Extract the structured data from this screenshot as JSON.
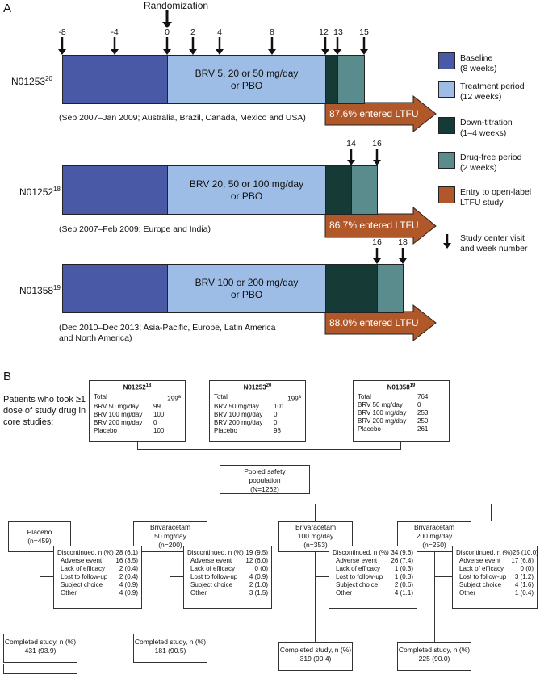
{
  "panel_a": {
    "letter": "A",
    "randomization": "Randomization",
    "ticks": [
      "-8",
      "-4",
      "0",
      "2",
      "4",
      "8",
      "12",
      "13",
      "15",
      "14",
      "16",
      "16",
      "18"
    ],
    "studies": [
      {
        "name": "N01253",
        "ref": "20",
        "treatment": "BRV 5, 20 or 50 mg/day\nor PBO",
        "ltfu": "87.6% entered LTFU",
        "note": "(Sep 2007–Jan 2009; Australia, Brazil, Canada, Mexico and USA)"
      },
      {
        "name": "N01252",
        "ref": "18",
        "treatment": "BRV 20, 50 or 100 mg/day\nor PBO",
        "ltfu": "86.7% entered LTFU",
        "note": "(Sep 2007–Feb 2009; Europe and India)"
      },
      {
        "name": "N01358",
        "ref": "19",
        "treatment": "BRV 100 or 200 mg/day\nor PBO",
        "ltfu": "88.0% entered LTFU",
        "note": "(Dec 2010–Dec 2013; Asia-Pacific, Europe, Latin America\nand North America)"
      }
    ],
    "legend": [
      {
        "label": "Baseline\n(8 weeks)",
        "color": "#4a59a6"
      },
      {
        "label": "Treatment period\n(12 weeks)",
        "color": "#9dbde6"
      },
      {
        "label": "Down-titration\n(1–4 weeks)",
        "color": "#163a36"
      },
      {
        "label": "Drug-free period\n(2 weeks)",
        "color": "#5a8c8e"
      },
      {
        "label": "Entry to open-label\nLTFU study",
        "color": "#b1582a"
      },
      {
        "label": "Study center visit\nand week number",
        "color": ""
      }
    ]
  },
  "panel_b": {
    "letter": "B",
    "side_label": "Patients who took ≥1\ndose of study drug in\ncore studies:",
    "core": [
      {
        "title": "N01252",
        "ref": "18",
        "total": "299",
        "total_sup": "a",
        "rows": [
          [
            "BRV 50 mg/day",
            "99"
          ],
          [
            "BRV 100 mg/day",
            "100"
          ],
          [
            "BRV 200 mg/day",
            "0"
          ],
          [
            "Placebo",
            "100"
          ]
        ]
      },
      {
        "title": "N01253",
        "ref": "20",
        "total": "199",
        "total_sup": "a",
        "rows": [
          [
            "BRV 50 mg/day",
            "101"
          ],
          [
            "BRV 100 mg/day",
            "0"
          ],
          [
            "BRV 200 mg/day",
            "0"
          ],
          [
            "Placebo",
            "98"
          ]
        ]
      },
      {
        "title": "N01358",
        "ref": "19",
        "total": "764",
        "total_sup": "",
        "rows": [
          [
            "BRV 50 mg/day",
            "0"
          ],
          [
            "BRV 100 mg/day",
            "253"
          ],
          [
            "BRV 200 mg/day",
            "250"
          ],
          [
            "Placebo",
            "261"
          ]
        ]
      }
    ],
    "total_label": "Total",
    "pooled": "Pooled safety\npopulation\n(N=1262)",
    "arms": [
      {
        "label": "Placebo\n(n=459)",
        "disc": [
          [
            "Discontinued, n (%)",
            "28 (6.1)"
          ],
          [
            "Adverse event",
            "16 (3.5)"
          ],
          [
            "Lack of efficacy",
            "2 (0.4)"
          ],
          [
            "Lost to follow-up",
            "2 (0.4)"
          ],
          [
            "Subject choice",
            "4 (0.9)"
          ],
          [
            "Other",
            "4 (0.9)"
          ]
        ],
        "completed": "Completed study, n (%)\n431 (93.9)"
      },
      {
        "label": "Brivaracetam\n50 mg/day\n(n=200)",
        "disc": [
          [
            "Discontinued, n (%)",
            "19 (9.5)"
          ],
          [
            "Adverse event",
            "12 (6.0)"
          ],
          [
            "Lack of efficacy",
            "0 (0)"
          ],
          [
            "Lost to follow-up",
            "4 (0.9)"
          ],
          [
            "Subject choice",
            "2 (1.0)"
          ],
          [
            "Other",
            "3 (1.5)"
          ]
        ],
        "completed": "Completed study, n (%)\n181 (90.5)"
      },
      {
        "label": "Brivaracetam\n100 mg/day\n(n=353)",
        "disc": [
          [
            "Discontinued, n (%)",
            "34 (9.6)"
          ],
          [
            "Adverse event",
            "26 (7.4)"
          ],
          [
            "Lack of efficacy",
            "1 (0.3)"
          ],
          [
            "Lost to follow-up",
            "1 (0.3)"
          ],
          [
            "Subject choice",
            "2 (0.6)"
          ],
          [
            "Other",
            "4 (1.1)"
          ]
        ],
        "completed": "Completed study, n (%)\n319 (90.4)"
      },
      {
        "label": "Brivaracetam\n200 mg/day\n(n=250)",
        "disc": [
          [
            "Discontinued, n (%)",
            "25 (10.0)"
          ],
          [
            "Adverse event",
            "17 (6.8)"
          ],
          [
            "Lack of efficacy",
            "0 (0)"
          ],
          [
            "Lost to follow-up",
            "3 (1.2)"
          ],
          [
            "Subject choice",
            "4 (1.6)"
          ],
          [
            "Other",
            "1 (0.4)"
          ]
        ],
        "completed": "Completed study, n (%)\n225 (90.0)"
      }
    ]
  }
}
